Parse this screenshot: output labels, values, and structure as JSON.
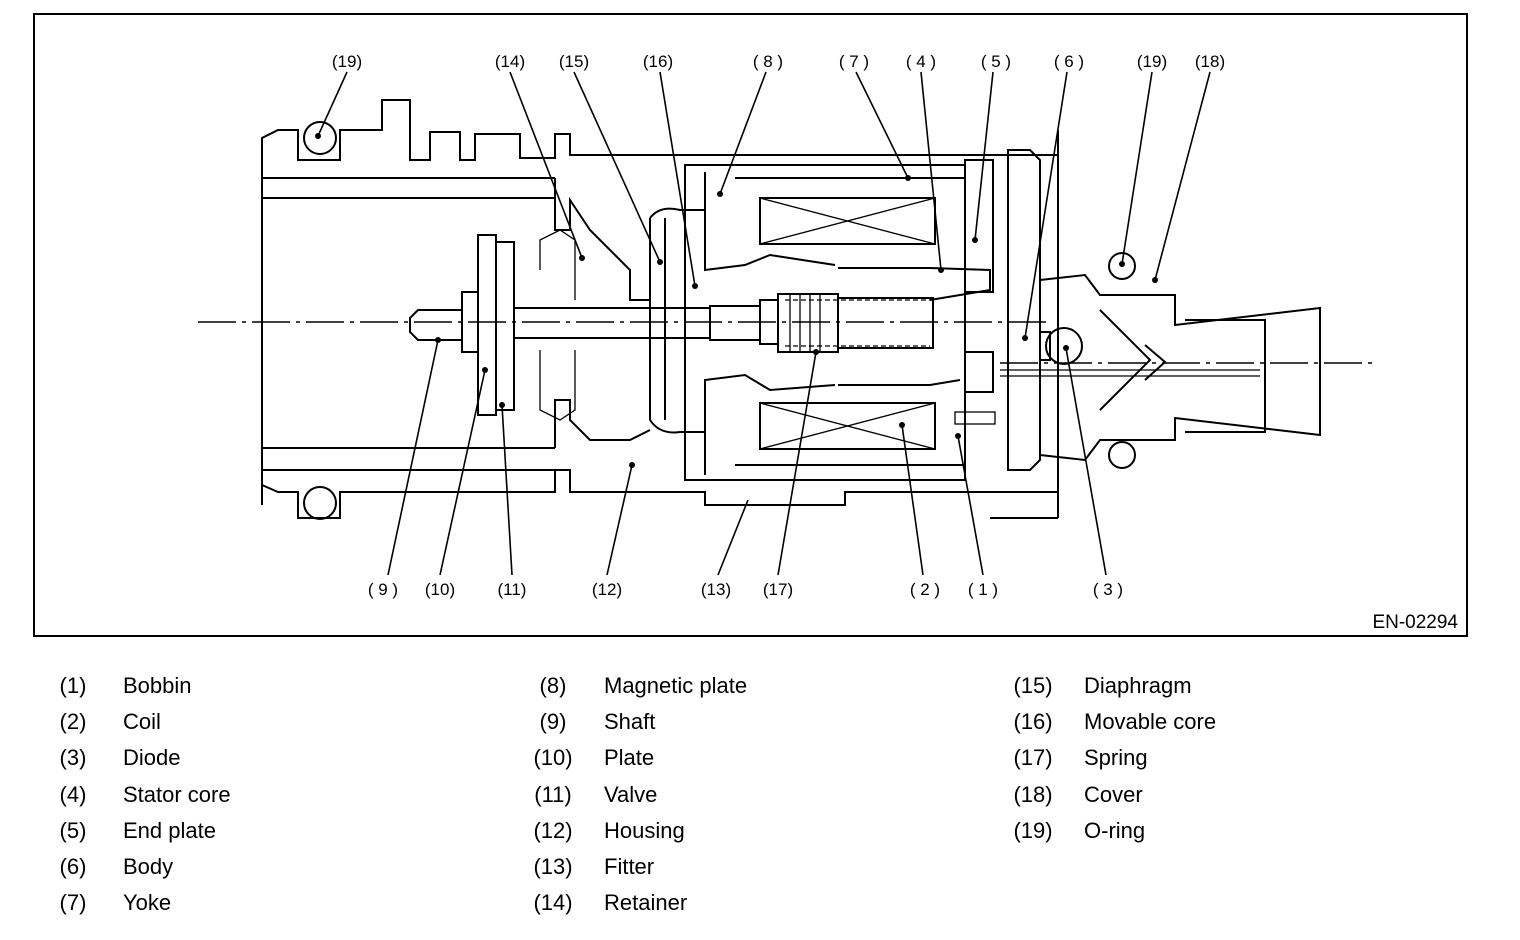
{
  "figure": {
    "figure_id": "EN-02294",
    "callouts": {
      "c1": "( 1 )",
      "c2": "( 2 )",
      "c3": "( 3 )",
      "c4": "( 4 )",
      "c5": "( 5 )",
      "c6": "( 6 )",
      "c7": "( 7 )",
      "c8": "( 8 )",
      "c9": "( 9 )",
      "c10": "(10)",
      "c11": "(11)",
      "c12": "(12)",
      "c13": "(13)",
      "c14": "(14)",
      "c15": "(15)",
      "c16": "(16)",
      "c17": "(17)",
      "c18": "(18)",
      "c19a": "(19)",
      "c19b": "(19)"
    }
  },
  "legend": {
    "col1": [
      {
        "num": "(1)",
        "name": "Bobbin"
      },
      {
        "num": "(2)",
        "name": "Coil"
      },
      {
        "num": "(3)",
        "name": "Diode"
      },
      {
        "num": "(4)",
        "name": "Stator core"
      },
      {
        "num": "(5)",
        "name": "End plate"
      },
      {
        "num": "(6)",
        "name": "Body"
      },
      {
        "num": "(7)",
        "name": "Yoke"
      }
    ],
    "col2": [
      {
        "num": "(8)",
        "name": "Magnetic plate"
      },
      {
        "num": "(9)",
        "name": "Shaft"
      },
      {
        "num": "(10)",
        "name": "Plate"
      },
      {
        "num": "(11)",
        "name": "Valve"
      },
      {
        "num": "(12)",
        "name": "Housing"
      },
      {
        "num": "(13)",
        "name": "Fitter"
      },
      {
        "num": "(14)",
        "name": "Retainer"
      }
    ],
    "col3": [
      {
        "num": "(15)",
        "name": "Diaphragm"
      },
      {
        "num": "(16)",
        "name": "Movable core"
      },
      {
        "num": "(17)",
        "name": "Spring"
      },
      {
        "num": "(18)",
        "name": "Cover"
      },
      {
        "num": "(19)",
        "name": "O-ring"
      }
    ]
  }
}
